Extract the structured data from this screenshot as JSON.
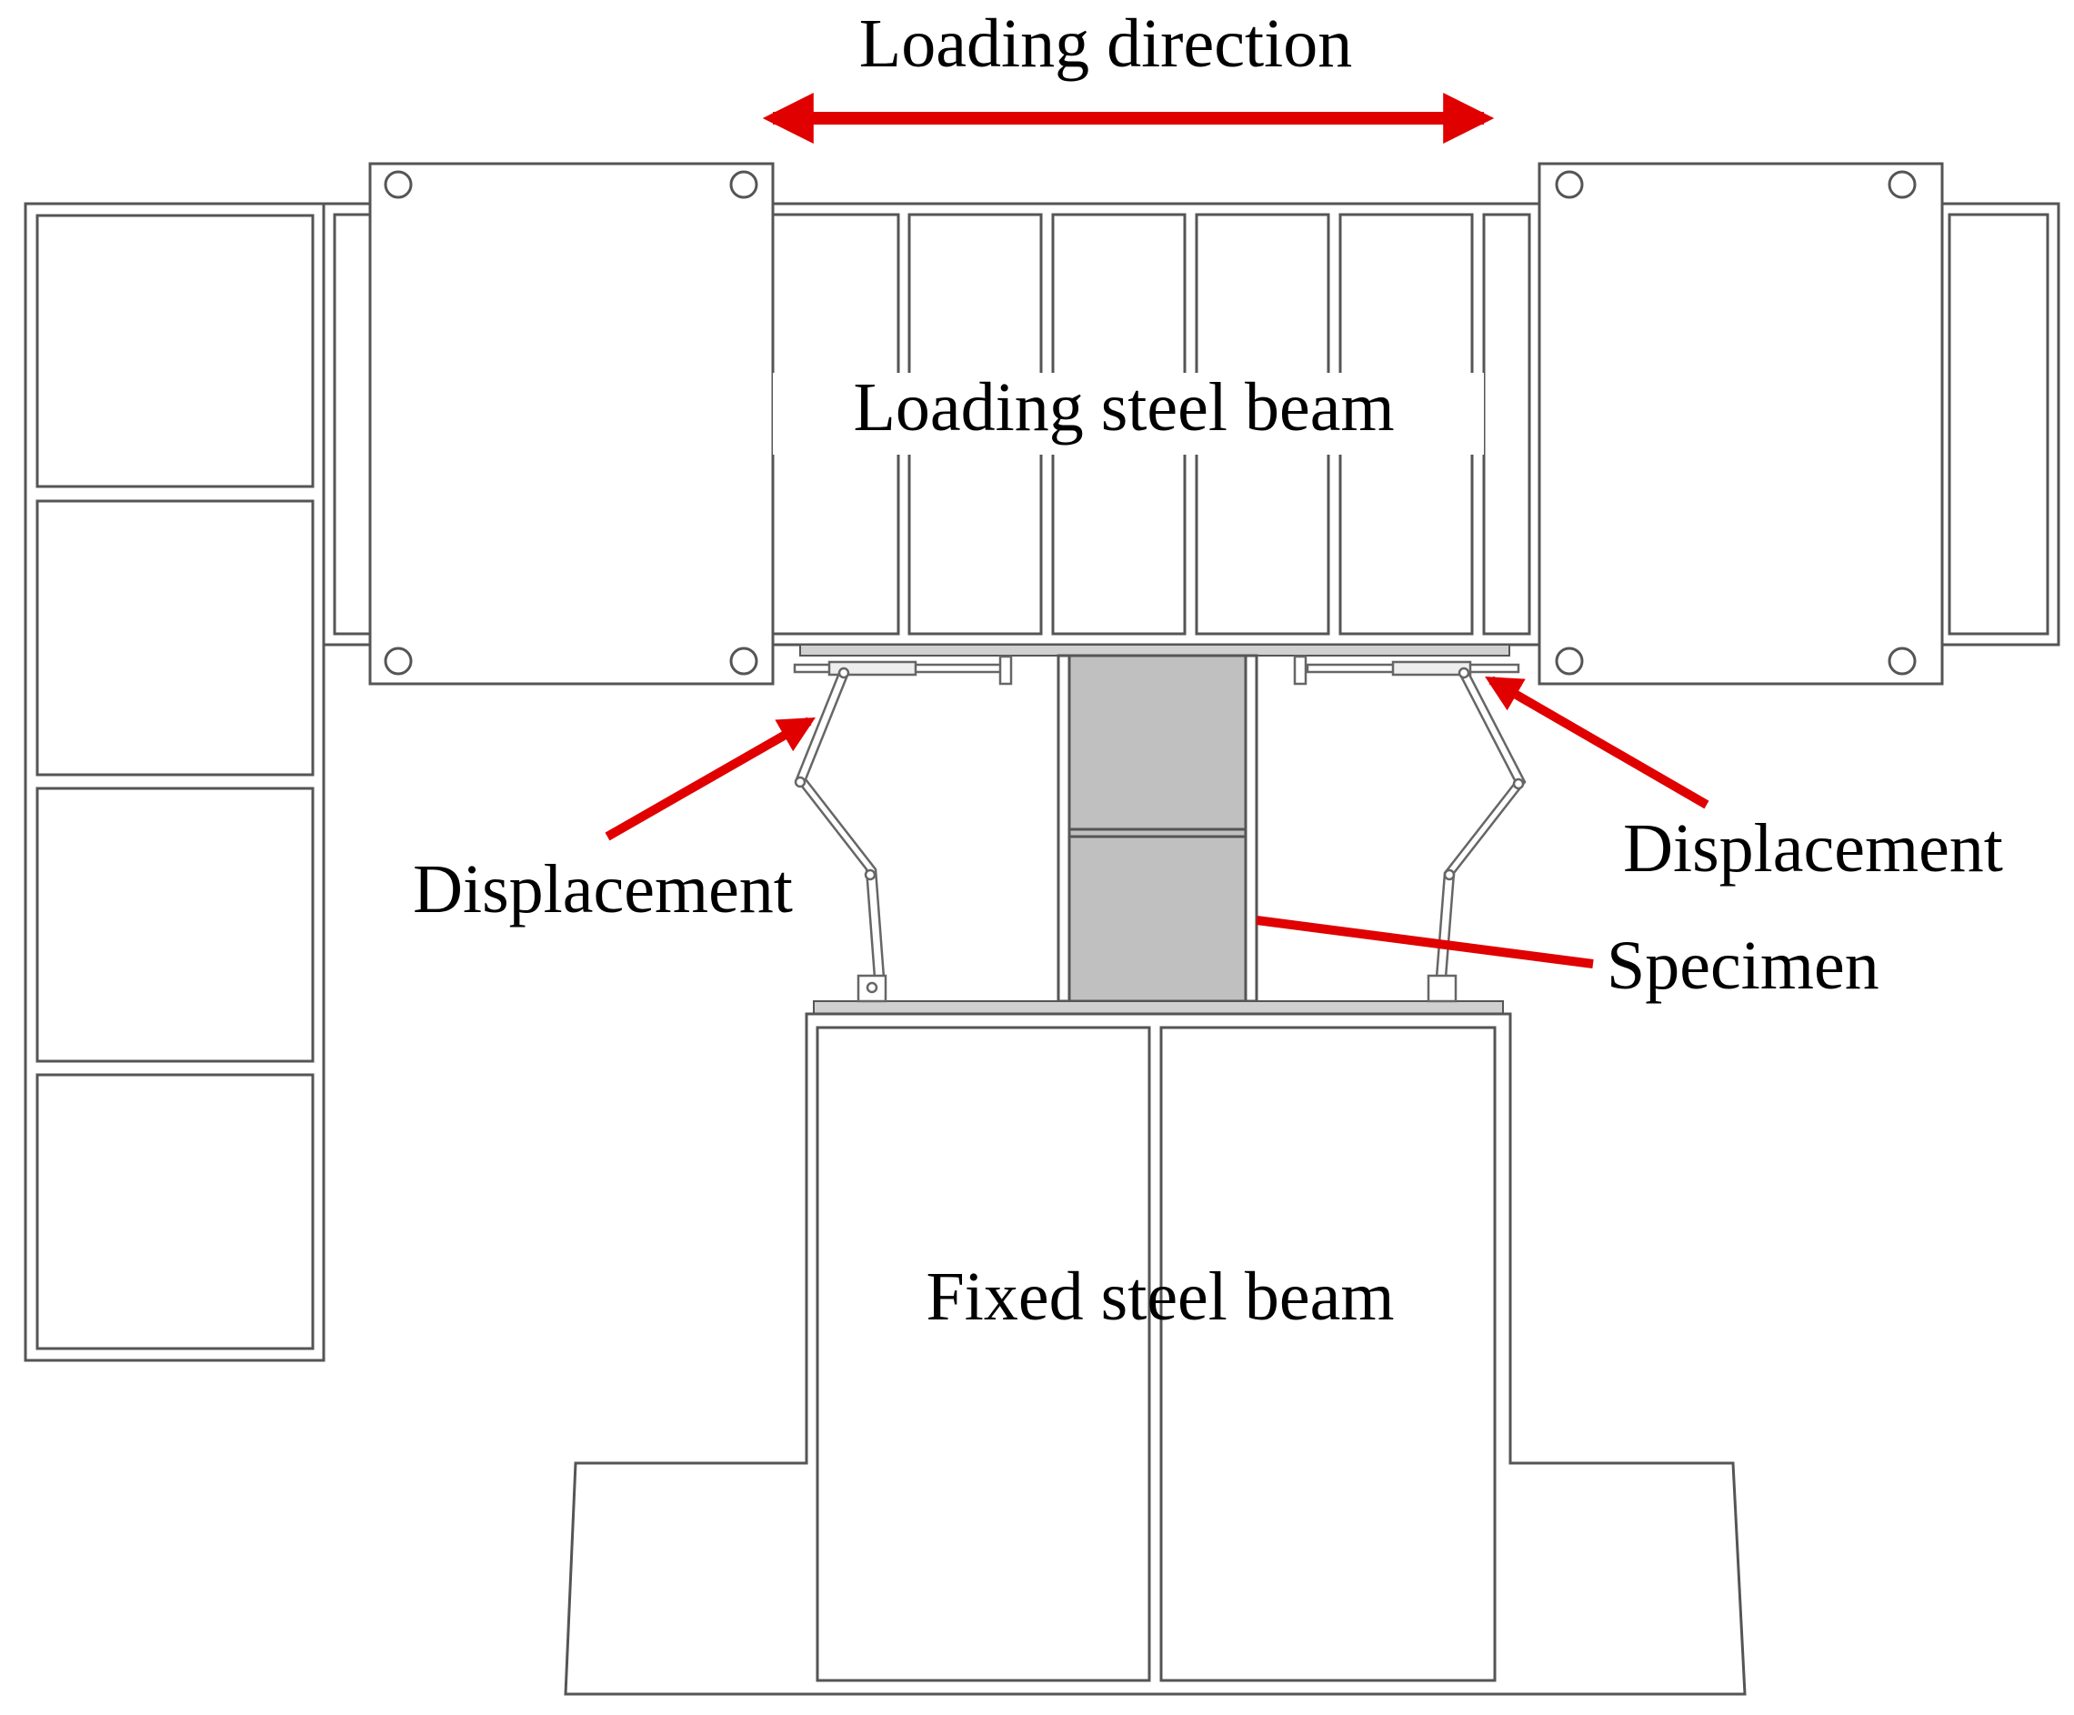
{
  "labels": {
    "loading_direction": "Loading direction",
    "loading_beam": "Loading steel beam",
    "fixed_beam": "Fixed steel beam",
    "displacement_left": "Displacement",
    "displacement_right": "Displacement",
    "specimen": "Specimen"
  },
  "colors": {
    "arrow": "#e00000",
    "outline": "#555555",
    "specimen_fill": "#c0c0c0",
    "plate_fill": "#d0d0d0",
    "background": "#ffffff"
  }
}
